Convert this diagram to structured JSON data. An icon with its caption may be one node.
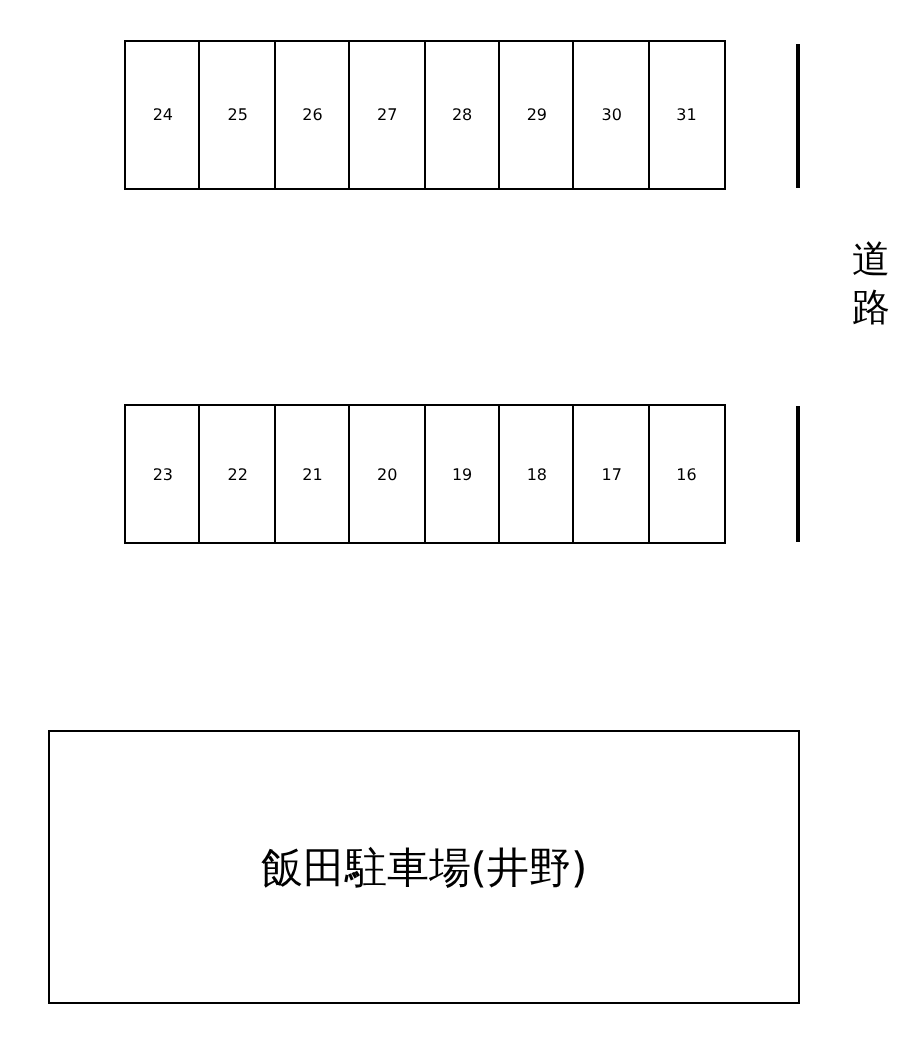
{
  "diagram": {
    "nodes": [
      {
        "text": [
          "24"
        ]
      },
      {
        "text": [
          "25"
        ]
      },
      {
        "text": [
          "26"
        ]
      },
      {
        "text": [
          "27"
        ]
      },
      {
        "text": [
          "28"
        ]
      },
      {
        "text": [
          "29"
        ]
      },
      {
        "text": [
          "30"
        ]
      },
      {
        "text": [
          "31"
        ]
      },
      {
        "text": [
          "23"
        ]
      },
      {
        "text": [
          "22"
        ]
      },
      {
        "text": [
          "21"
        ]
      },
      {
        "text": [
          "20"
        ]
      },
      {
        "text": [
          "19"
        ]
      },
      {
        "text": [
          "18"
        ]
      },
      {
        "text": [
          "17"
        ]
      },
      {
        "text": [
          "16"
        ]
      },
      {
        "text": [
          "飯田駐車場(井野)"
        ]
      }
    ],
    "labels": [
      "道路"
    ]
  }
}
